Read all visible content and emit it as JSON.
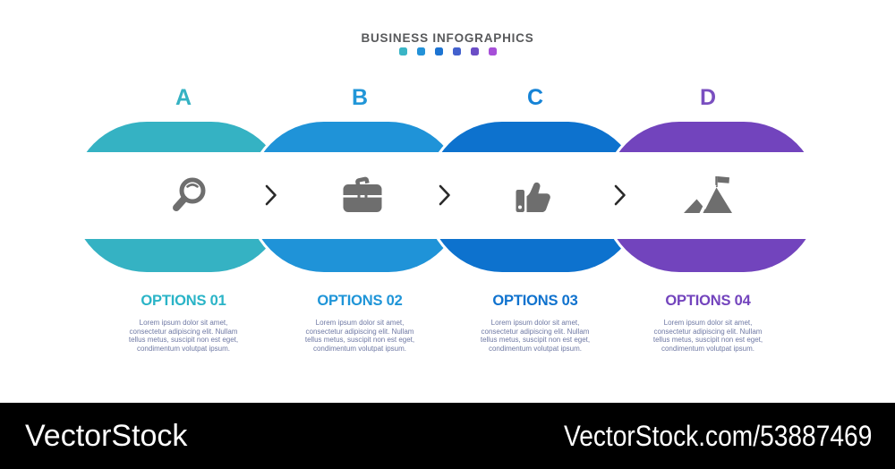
{
  "header": {
    "title": "BUSINESS INFOGRAPHICS",
    "title_color": "#58595b",
    "dots": [
      "#3ab5c6",
      "#2492d8",
      "#1c74d2",
      "#4361cd",
      "#6b4ec6",
      "#a64fd8"
    ]
  },
  "icons": {
    "color": "#6e6e6e",
    "connector_color": "#2a2a2a"
  },
  "text": {
    "body_color": "#6f79a4"
  },
  "steps": [
    {
      "letter": "A",
      "letter_color": "#35b2c3",
      "shape_color": "#35b2c3",
      "label": "OPTIONS 01",
      "label_color": "#2ab4c7",
      "icon": "search-icon",
      "description": "Lorem ipsum dolor sit amet, consectetur adipiscing elit. Nullam tellus metus, suscipit non est eget, condimentum volutpat ipsum."
    },
    {
      "letter": "B",
      "letter_color": "#2196d8",
      "shape_color": "#1f93d8",
      "label": "OPTIONS 02",
      "label_color": "#1f95d8",
      "icon": "briefcase-icon",
      "description": "Lorem ipsum dolor sit amet, consectetur adipiscing elit. Nullam tellus metus, suscipit non est eget, condimentum volutpat ipsum."
    },
    {
      "letter": "C",
      "letter_color": "#1583d6",
      "shape_color": "#0d72ce",
      "label": "OPTIONS 03",
      "label_color": "#0f72ce",
      "icon": "thumbs-up-icon",
      "description": "Lorem ipsum dolor sit amet, consectetur adipiscing elit. Nullam tellus metus, suscipit non est eget, condimentum volutpat ipsum."
    },
    {
      "letter": "D",
      "letter_color": "#7a4fc0",
      "shape_color": "#7244bd",
      "label": "OPTIONS 04",
      "label_color": "#7344bd",
      "icon": "mountain-flag-icon",
      "description": "Lorem ipsum dolor sit amet, consectetur adipiscing elit. Nullam tellus metus, suscipit non est eget, condimentum volutpat ipsum."
    }
  ],
  "watermark": {
    "brand": "VectorStock",
    "site_ref": "VectorStock.com/53887469",
    "bar_color": "#000000",
    "text_color": "#ffffff"
  }
}
